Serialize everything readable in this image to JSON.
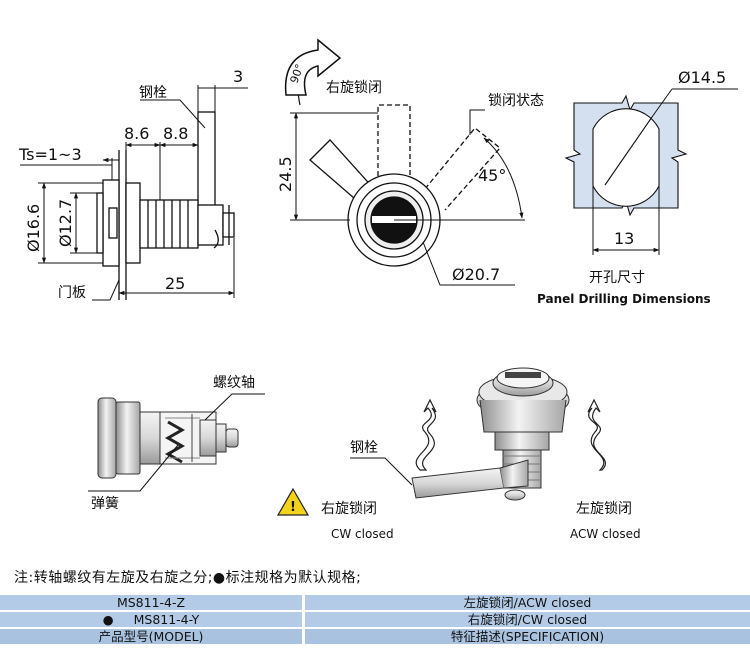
{
  "top": {
    "left_view": {
      "bolt_label": "钢栓",
      "dim_3": "3",
      "dim_8_6": "8.6",
      "dim_8_8": "8.8",
      "ts_label": "Ts=1~3",
      "dia_16_6": "Ø16.6",
      "dia_12_7": "Ø12.7",
      "door_panel_label": "门板",
      "dim_25": "25"
    },
    "front_view": {
      "rotation_angle": "90°",
      "cw_lock_label": "右旋锁闭",
      "lock_state_label": "锁闭状态",
      "dim_24_5": "24.5",
      "angle_45": "45°",
      "dia_20_7": "Ø20.7"
    },
    "drilling": {
      "dia_14_5": "Ø14.5",
      "dim_13": "13",
      "title_cn": "开孔尺寸",
      "title_en": "Panel Drilling Dimensions"
    }
  },
  "bottom": {
    "side_view": {
      "threaded_shaft_label": "螺纹轴",
      "spring_label": "弹簧"
    },
    "iso_view": {
      "bolt_label": "钢栓",
      "cw_cn": "右旋锁闭",
      "cw_en": "CW closed",
      "acw_cn": "左旋锁闭",
      "acw_en": "ACW closed"
    }
  },
  "note": "注:转轴螺纹有左旋及右旋之分;●标注规格为默认规格;",
  "table": {
    "rows": [
      {
        "model": "MS811-4-Z",
        "spec": "左旋锁闭/ACW closed",
        "default_marker": ""
      },
      {
        "model": "MS811-4-Y",
        "spec": "右旋锁闭/CW closed",
        "default_marker": "●"
      }
    ],
    "header": {
      "model": "产品型号(MODEL)",
      "spec": "特征描述(SPECIFICATION)"
    }
  },
  "colors": {
    "table_bg": "#b3cbe6",
    "drill_fill": "#d4dff0",
    "warning_yellow": "#f2d21b"
  }
}
